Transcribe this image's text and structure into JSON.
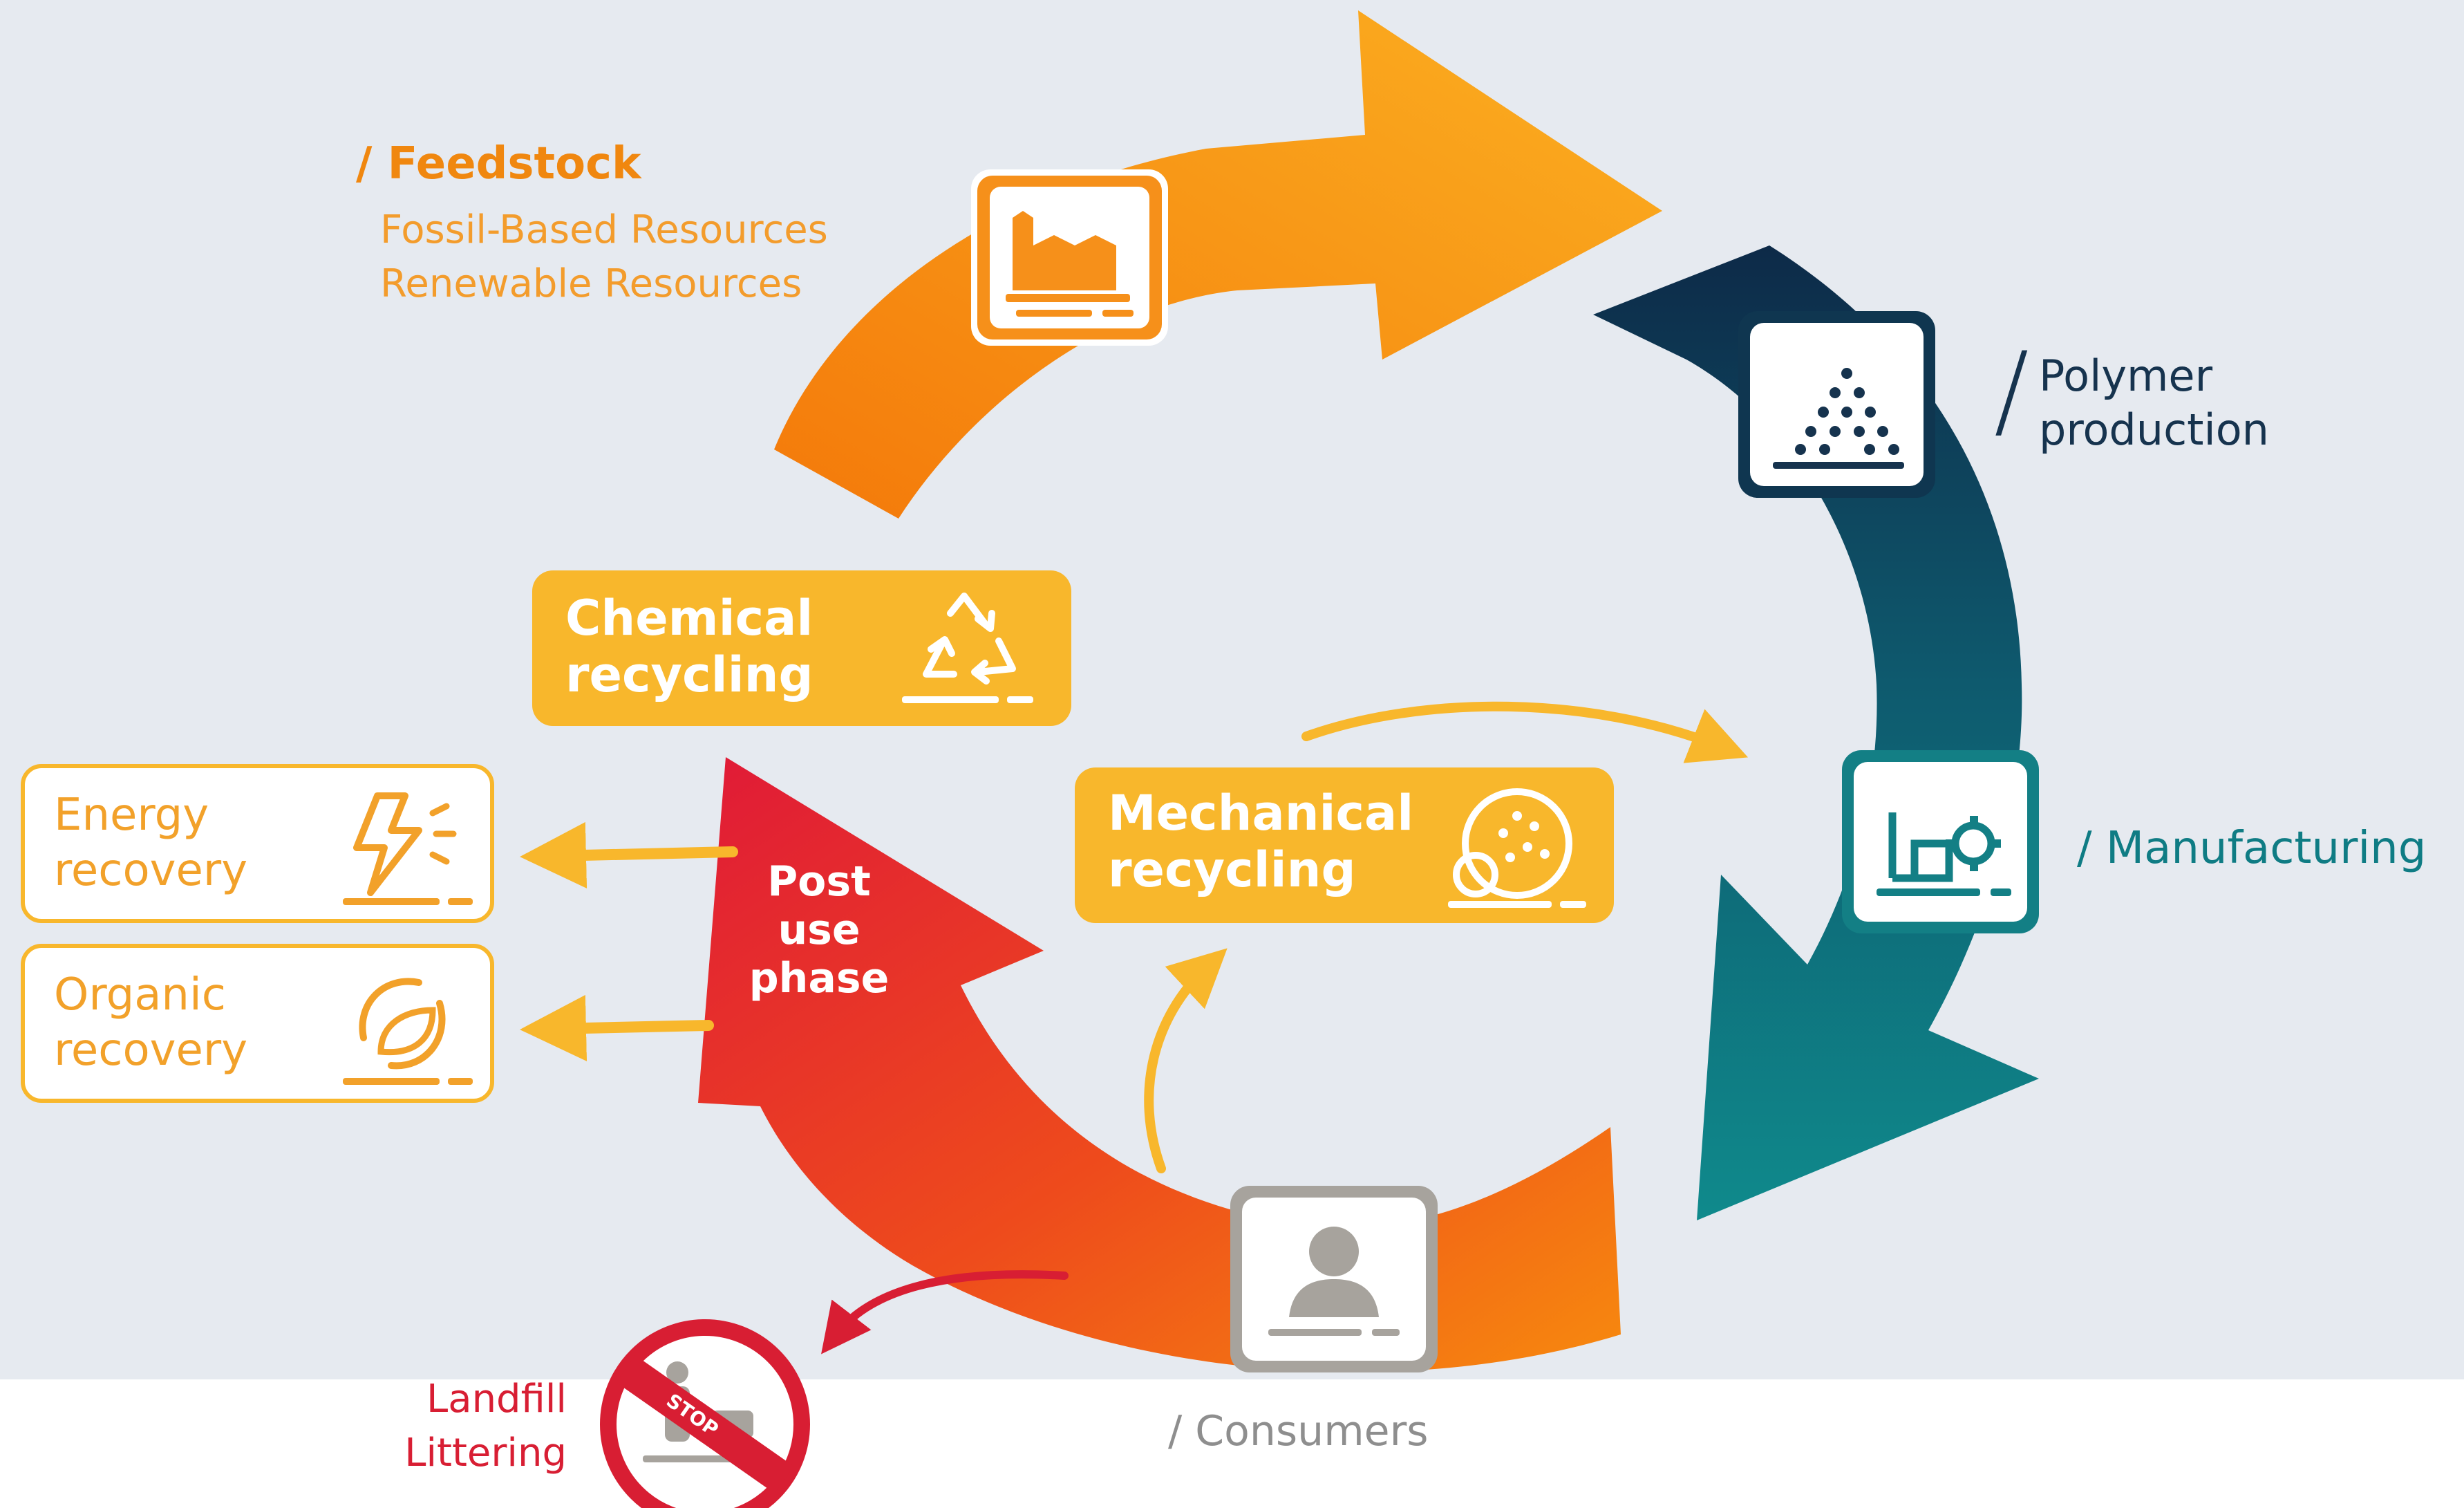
{
  "colors": {
    "feedstock": "#f08a12",
    "polymer": "#0f3650",
    "manufacturing": "#137f85",
    "consumer": "#a7a39d",
    "post_use": "#e01f37",
    "recycling": "#f8b72c",
    "landfill": "#d81e33",
    "background": "#e6eaf0"
  },
  "feedstock": {
    "title": "/ Feedstock",
    "items": [
      "Fossil-Based Resources",
      "Renewable Resources"
    ],
    "icon": "factory-icon"
  },
  "polymer": {
    "line1": "Polymer",
    "line2": "production",
    "slash": "/",
    "icon": "polymer-pellets-icon"
  },
  "manufacturing": {
    "label": "/ Manufacturing",
    "icon": "manufacturing-gear-icon"
  },
  "consumers": {
    "label": "/ Consumers",
    "icon": "consumer-person-icon"
  },
  "post_use": {
    "line1": "Post",
    "line2": "use",
    "line3": "phase"
  },
  "chemical": {
    "line1": "Chemical",
    "line2": "recycling",
    "icon": "recycle-icon"
  },
  "mechanical": {
    "line1": "Mechanical",
    "line2": "recycling",
    "icon": "mechanical-recycling-icon"
  },
  "energy": {
    "line1": "Energy",
    "line2": "recovery",
    "icon": "energy-icon"
  },
  "organic": {
    "line1": "Organic",
    "line2": "recovery",
    "icon": "leaf-cycle-icon"
  },
  "landfill": {
    "line1": "Landfill",
    "line2": "Littering",
    "stop": "STOP",
    "icon": "stop-sign-icon"
  }
}
